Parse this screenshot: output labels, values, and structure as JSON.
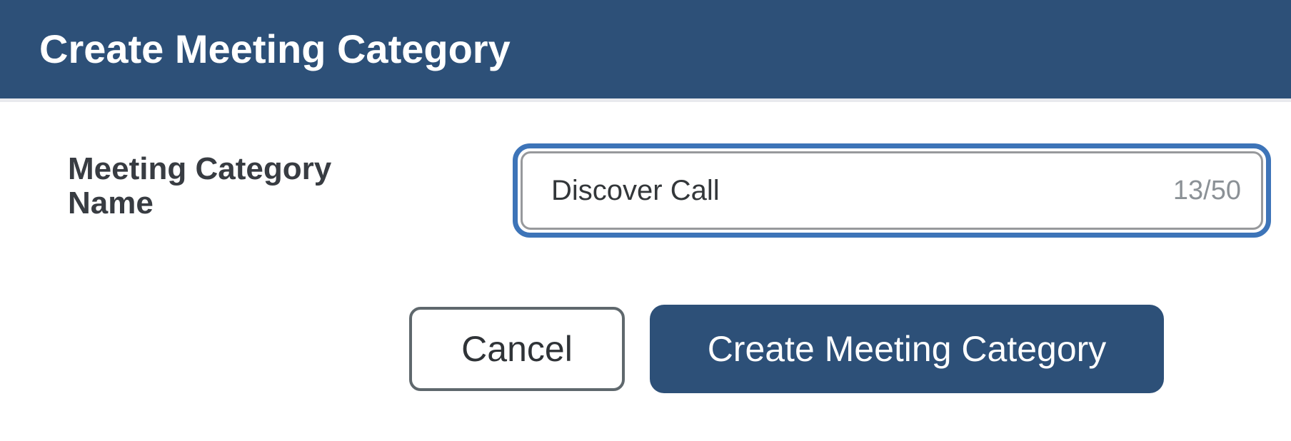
{
  "dialog": {
    "title": "Create Meeting Category",
    "form": {
      "name_field": {
        "label": "Meeting Category Name",
        "value": "Discover Call",
        "char_counter": "13/50"
      }
    },
    "actions": {
      "cancel_label": "Cancel",
      "submit_label": "Create Meeting Category"
    },
    "colors": {
      "header_bg": "#2d5078",
      "primary_button_bg": "#2d5078",
      "focus_ring_blue": "#3d74b8",
      "input_border_gray": "#97999c",
      "cancel_border_gray": "#5f686d",
      "label_text": "#383c42",
      "counter_text": "#8b9196"
    }
  }
}
